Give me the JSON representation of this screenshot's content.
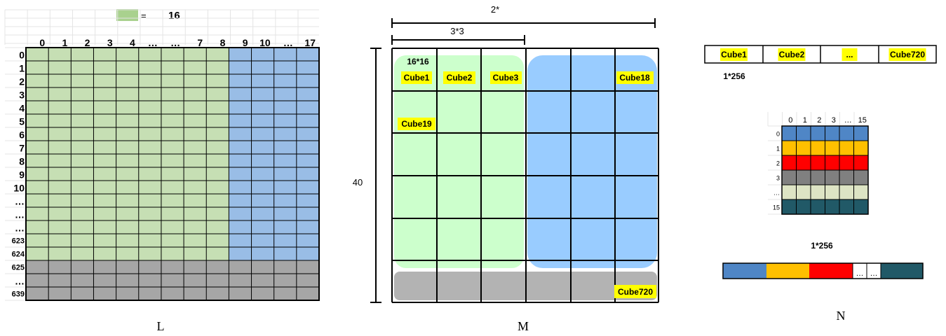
{
  "legend": {
    "equals": "=",
    "value": "16"
  },
  "L": {
    "label": "L",
    "col_labels": [
      "0",
      "1",
      "2",
      "3",
      "4",
      "…",
      "…",
      "7",
      "8",
      "9",
      "10",
      "…",
      "17"
    ],
    "row_labels": [
      "0",
      "1",
      "2",
      "3",
      "4",
      "5",
      "6",
      "7",
      "8",
      "9",
      "10",
      "…",
      "…",
      "…",
      "623",
      "624",
      "625",
      "…",
      "639"
    ]
  },
  "M": {
    "label": "M",
    "dim_top": "2*",
    "dim_sub": "3*3",
    "dim_left": "40",
    "block_size": "16*16",
    "cubes": {
      "c1": "Cube1",
      "c2": "Cube2",
      "c3": "Cube3",
      "c18": "Cube18",
      "c19": "Cube19",
      "c720": "Cube720"
    }
  },
  "N": {
    "label": "N",
    "strip": [
      "Cube1",
      "Cube2",
      "...",
      "Cube720"
    ],
    "strip_size": "1*256",
    "grid_cols": [
      "0",
      "1",
      "2",
      "3",
      "…",
      "15"
    ],
    "grid_rows": [
      "0",
      "1",
      "2",
      "3",
      "…",
      "15"
    ],
    "row_colors": [
      "#4f86c6",
      "#ffc000",
      "#ff0000",
      "#808080",
      "#dde4c4",
      "#215967"
    ],
    "bar_size": "1*256",
    "bar_dots": [
      "…",
      "…"
    ]
  },
  "colors": {
    "green": "#c6dfb4",
    "blue": "#99bde6",
    "gray": "#a6a6a6",
    "light_green": "#ccffcc",
    "light_blue": "#99ccff",
    "cube_label": "#ffff00"
  }
}
